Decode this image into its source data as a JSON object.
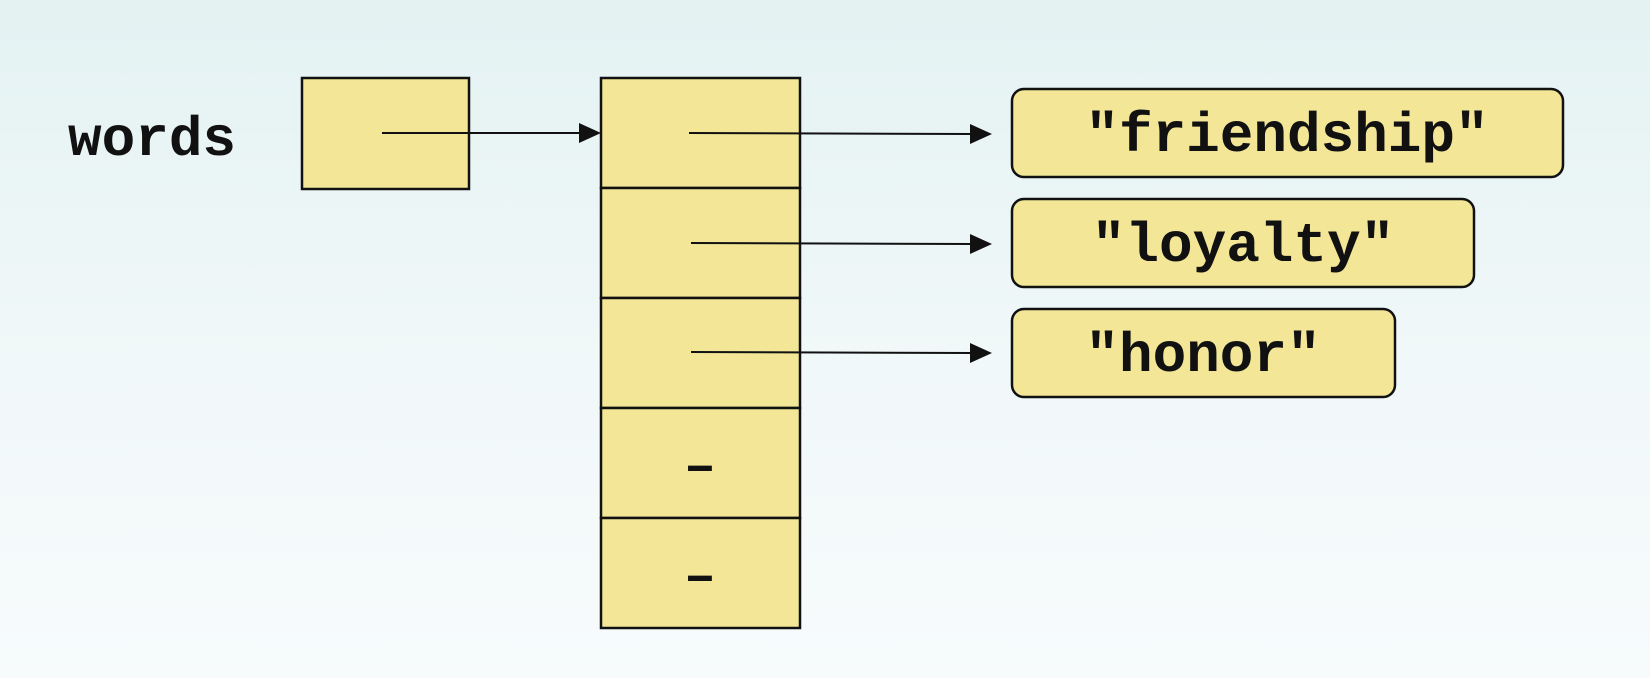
{
  "variable": {
    "name": "words"
  },
  "array": {
    "elements": [
      {
        "value": "\"friendship\"",
        "is_null": false
      },
      {
        "value": "\"loyalty\"",
        "is_null": false
      },
      {
        "value": "\"honor\"",
        "is_null": false
      },
      {
        "value": "–",
        "is_null": true
      },
      {
        "value": "–",
        "is_null": true
      }
    ]
  },
  "colors": {
    "cell_fill": "#f3e797",
    "stroke": "#111111",
    "background_top": "#e4f2f2",
    "background_bottom": "#f7fbfc"
  }
}
